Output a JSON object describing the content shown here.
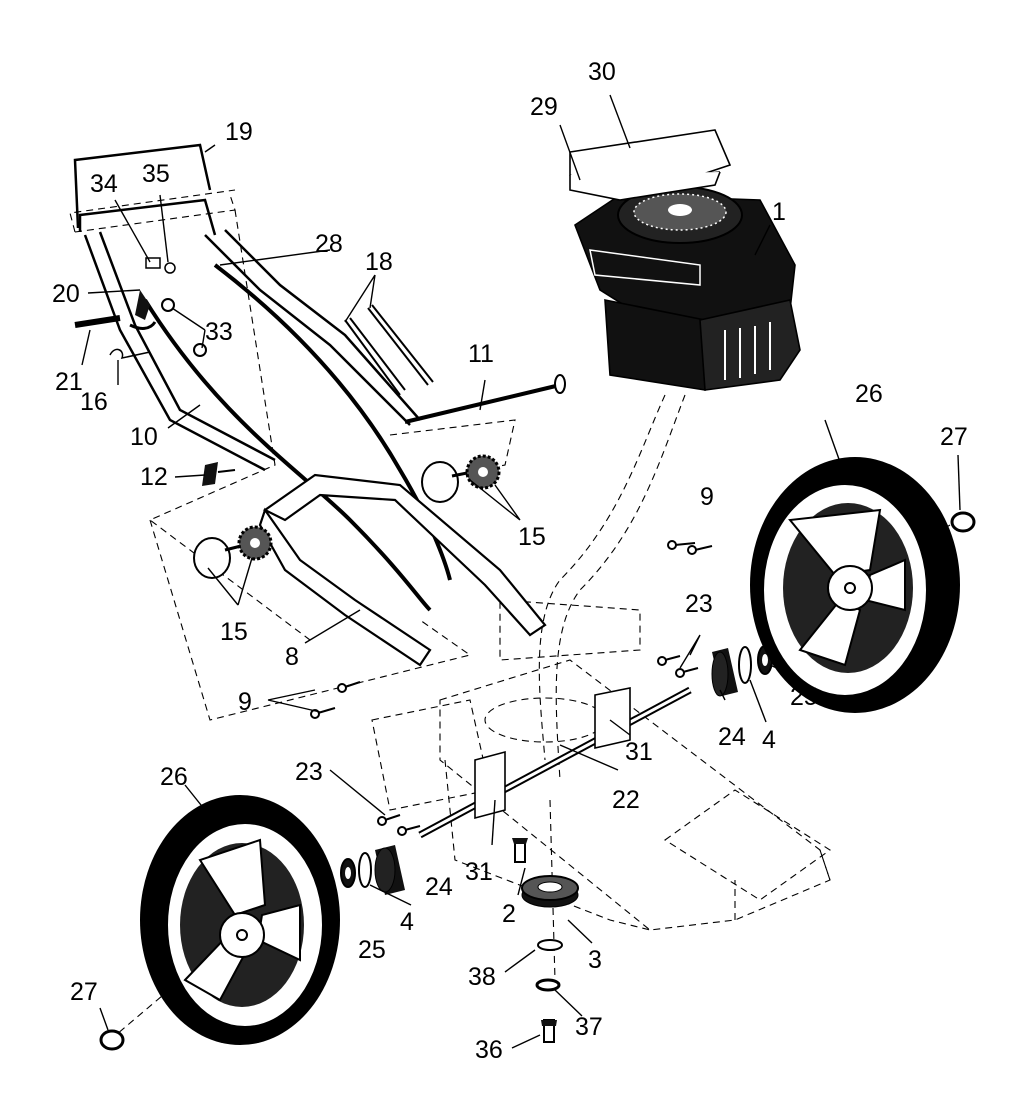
{
  "diagram": {
    "callouts": {
      "c1": "1",
      "c2": "2",
      "c3": "3",
      "c4a": "4",
      "c4b": "4",
      "c8": "8",
      "c9a": "9",
      "c9b": "9",
      "c10": "10",
      "c11": "11",
      "c12": "12",
      "c15a": "15",
      "c15b": "15",
      "c16": "16",
      "c18": "18",
      "c19": "19",
      "c20": "20",
      "c21": "21",
      "c22": "22",
      "c23a": "23",
      "c23b": "23",
      "c24a": "24",
      "c24b": "24",
      "c25a": "25",
      "c25b": "25",
      "c26a": "26",
      "c26b": "26",
      "c27a": "27",
      "c27b": "27",
      "c28": "28",
      "c29": "29",
      "c30": "30",
      "c31a": "31",
      "c31b": "31",
      "c33": "33",
      "c34": "34",
      "c35": "35",
      "c36": "36",
      "c37": "37",
      "c38": "38"
    }
  }
}
